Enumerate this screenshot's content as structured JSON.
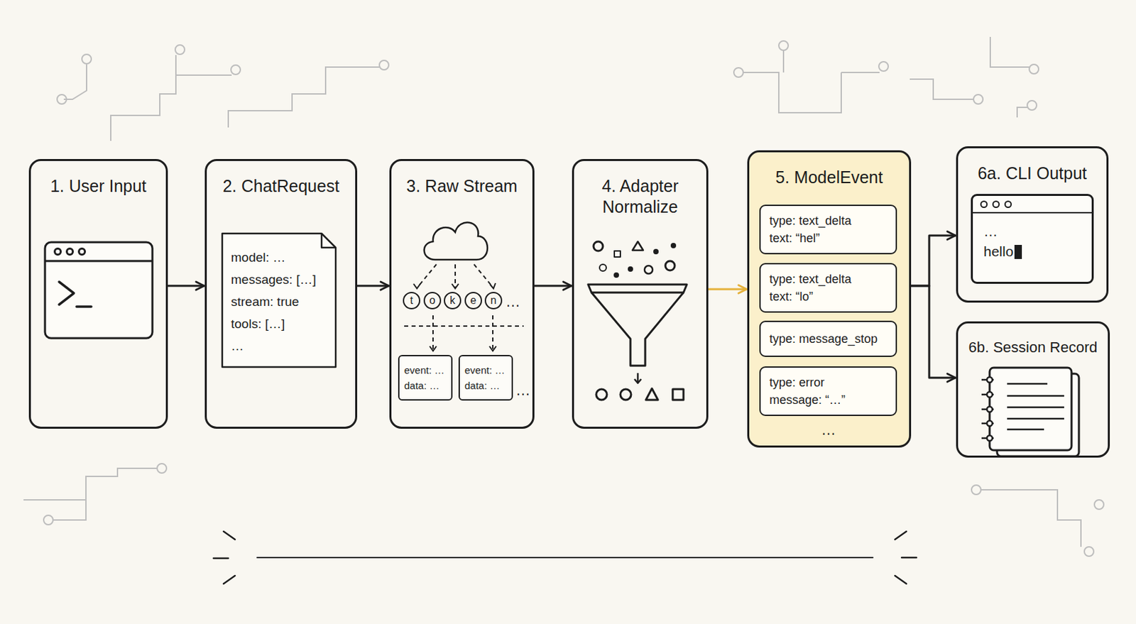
{
  "diagram": {
    "nodes": [
      {
        "text": [
          "1. User Input"
        ]
      },
      {
        "text": [
          "2. ChatRequest"
        ]
      },
      {
        "text": [
          "model: …",
          "messages: […]",
          "stream: true",
          "tools: […]",
          "…"
        ],
        "in": 1
      },
      {
        "text": [
          "3. Raw Stream"
        ]
      },
      {
        "text": [
          "t"
        ],
        "in": 3
      },
      {
        "text": [
          "o"
        ],
        "in": 3
      },
      {
        "text": [
          "k"
        ],
        "in": 3
      },
      {
        "text": [
          "e"
        ],
        "in": 3
      },
      {
        "text": [
          "n"
        ],
        "in": 3
      },
      {
        "text": [
          "event: …",
          "data: …"
        ],
        "in": 3
      },
      {
        "text": [
          "event: …",
          "data: …"
        ],
        "in": 3
      },
      {
        "text": [
          "4. Adapter Normalize"
        ]
      },
      {
        "text": [
          "5. ModelEvent"
        ]
      },
      {
        "text": [
          "type: text_delta",
          "text: “hel”"
        ],
        "in": 12
      },
      {
        "text": [
          "type: text_delta",
          "text: “lo”"
        ],
        "in": 12
      },
      {
        "text": [
          "type: message_stop"
        ],
        "in": 12
      },
      {
        "text": [
          "type: error",
          "message: “…”"
        ],
        "in": 12
      },
      {
        "text": [
          "6a. CLI Output"
        ]
      },
      {
        "text": [
          "…",
          "hello"
        ],
        "in": 17
      },
      {
        "text": [
          "6b. Session Record"
        ]
      }
    ],
    "edges": [
      {
        "from": 0,
        "to": 1,
        "arrow": "to"
      },
      {
        "from": 1,
        "to": 3,
        "arrow": "to"
      },
      {
        "from": 3,
        "to": 11,
        "arrow": "to"
      },
      {
        "from": 11,
        "to": 12,
        "arrow": "to"
      },
      {
        "from": 12,
        "to": 17,
        "arrow": "to"
      },
      {
        "from": 12,
        "to": 19,
        "arrow": "to"
      }
    ],
    "labels": [
      "…",
      "…",
      "…"
    ]
  }
}
